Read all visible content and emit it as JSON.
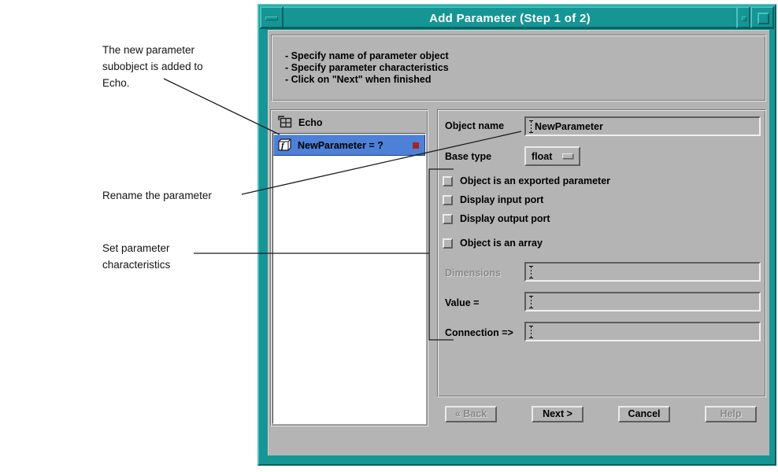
{
  "annotations": {
    "note1": "The new parameter\nsubobject is added to\nEcho.",
    "note2": "Rename the parameter",
    "note3": "Set parameter\ncharacteristics"
  },
  "window": {
    "title": "Add Parameter (Step 1 of 2)",
    "instructions": [
      "- Specify name of parameter object",
      "- Specify parameter characteristics",
      "- Click on \"Next\" when finished"
    ]
  },
  "tree": {
    "root": {
      "label": "Echo"
    },
    "items": [
      {
        "label": "NewParameter = ?",
        "selected": true
      }
    ]
  },
  "form": {
    "object_name": {
      "label": "Object name",
      "value": "NewParameter"
    },
    "base_type": {
      "label": "Base type",
      "value": "float"
    },
    "checkboxes": [
      {
        "label": "Object is an exported parameter",
        "checked": false
      },
      {
        "label": "Display input port",
        "checked": false
      },
      {
        "label": "Display output port",
        "checked": false
      },
      {
        "label": "Object is an array",
        "checked": false
      }
    ],
    "dimensions": {
      "label": "Dimensions",
      "value": "",
      "disabled": true
    },
    "value": {
      "label": "Value =",
      "value": ""
    },
    "connection": {
      "label": "Connection =>",
      "value": ""
    }
  },
  "buttons": {
    "back": {
      "label": "« Back",
      "disabled": true
    },
    "next": {
      "label": "Next >",
      "disabled": false
    },
    "cancel": {
      "label": "Cancel",
      "disabled": false
    },
    "help": {
      "label": "Help",
      "disabled": true
    }
  },
  "colors": {
    "titlebar_teal": "#169595",
    "dialog_gray": "#b4b4b4",
    "selection_blue": "#4e80d8",
    "marker_red": "#a32424"
  }
}
